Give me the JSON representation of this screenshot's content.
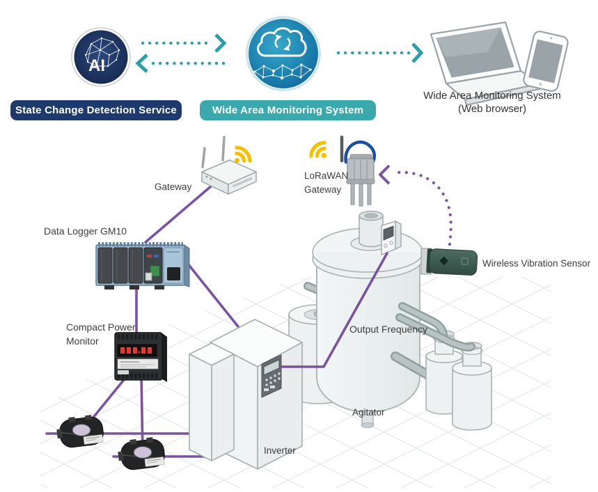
{
  "banners": {
    "state_change_detection_service": "State Change Detection Service",
    "wide_area_monitoring_system": "Wide Area Monitoring System"
  },
  "top": {
    "ai_badge_label": "AI",
    "web_client_line1": "Wide Area Monitoring System",
    "web_client_line2": "(Web browser)"
  },
  "scene_labels": {
    "gateway": "Gateway",
    "lorawan_line1": "LoRaWAN",
    "lorawan_line2": "Gateway",
    "data_logger": "Data Logger GM10",
    "power_monitor_line1": "Compact Power",
    "power_monitor_line2": "Monitor",
    "output_frequency": "Output Frequency",
    "agitator": "Agitator",
    "inverter": "Inverter",
    "vibration_sensor": "Wireless Vibration Sensor"
  },
  "colors": {
    "accent_teal": "#2b9fa8",
    "banner_navy": "#1e3a6c",
    "banner_teal": "#3aa9ad",
    "cable_purple": "#7b52a1",
    "wifi_yellow": "#f6bf00",
    "sensor_green": "#3f5d52",
    "device_outline_gray": "#9aa4a8"
  }
}
